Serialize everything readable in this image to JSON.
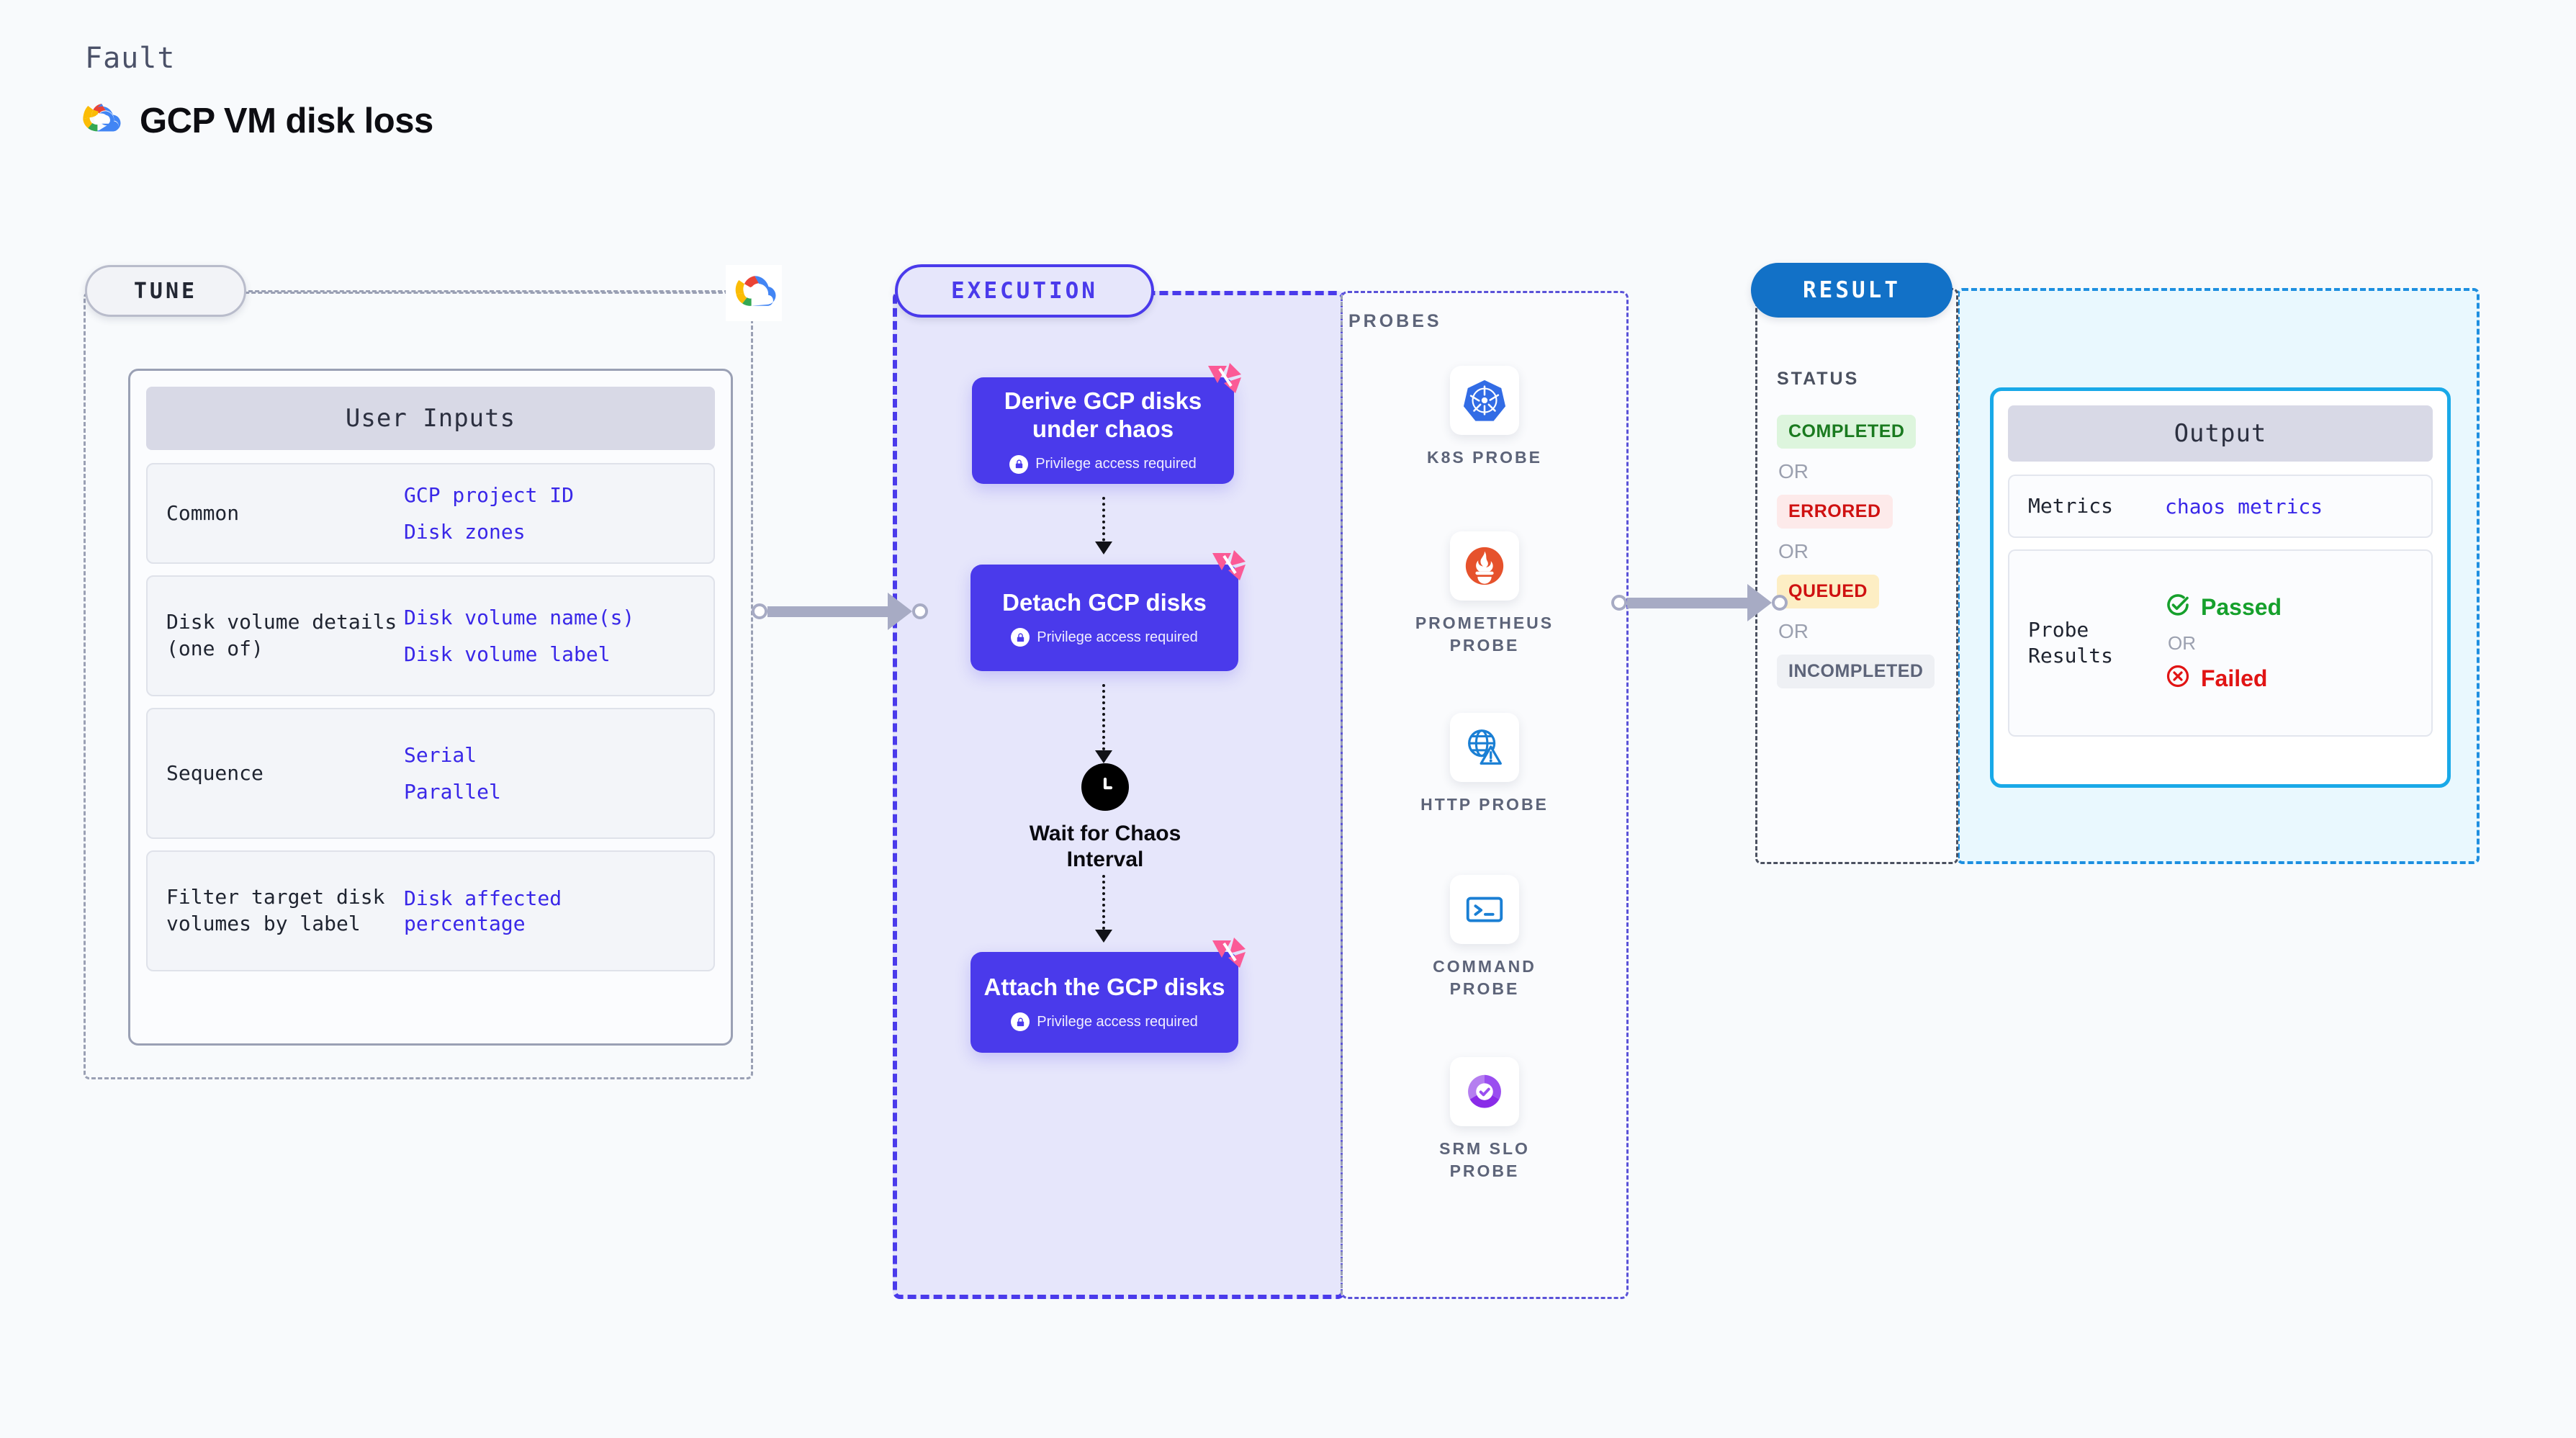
{
  "header": {
    "eyebrow": "Fault",
    "title": "GCP VM disk loss",
    "logo_icon": "gcp-logo-icon"
  },
  "tune": {
    "pill_label": "TUNE",
    "cloud_icon": "gcp-logo-icon",
    "card_title": "User Inputs",
    "rows": [
      {
        "key": "Common",
        "values": [
          "GCP project ID",
          "Disk zones"
        ]
      },
      {
        "key": "Disk volume details (one of)",
        "values": [
          "Disk volume name(s)",
          "Disk volume label"
        ]
      },
      {
        "key": "Sequence",
        "values": [
          "Serial",
          "Parallel"
        ]
      },
      {
        "key": "Filter target disk volumes by label",
        "values": [
          "Disk affected percentage"
        ]
      }
    ]
  },
  "execution": {
    "pill_label": "EXECUTION",
    "tasks": [
      {
        "title": "Derive GCP disks under chaos",
        "note": "Privilege access required",
        "lock_icon": "lock-icon",
        "badge_icon": "litmus-chaos-icon"
      },
      {
        "title": "Detach GCP disks",
        "note": "Privilege access required",
        "lock_icon": "lock-icon",
        "badge_icon": "litmus-chaos-icon"
      },
      {
        "title": "Attach the GCP disks",
        "note": "Privilege access required",
        "lock_icon": "lock-icon",
        "badge_icon": "litmus-chaos-icon"
      }
    ],
    "wait": {
      "label": "Wait for Chaos Interval",
      "icon": "clock-icon"
    }
  },
  "probes": {
    "section_label": "PROBES",
    "items": [
      {
        "label": "K8S PROBE",
        "icon": "kubernetes-icon"
      },
      {
        "label": "PROMETHEUS PROBE",
        "icon": "prometheus-icon"
      },
      {
        "label": "HTTP PROBE",
        "icon": "http-globe-warning-icon"
      },
      {
        "label": "COMMAND PROBE",
        "icon": "terminal-icon"
      },
      {
        "label": "SRM SLO PROBE",
        "icon": "srm-slo-icon"
      }
    ]
  },
  "result": {
    "pill_label": "RESULT",
    "status_label": "STATUS",
    "or_label": "OR",
    "statuses": [
      {
        "label": "COMPLETED",
        "bg": "#ddf5dd",
        "fg": "#1a7a1f"
      },
      {
        "label": "ERRORED",
        "bg": "#fdeaea",
        "fg": "#cf1111"
      },
      {
        "label": "QUEUED",
        "bg": "#fdeec4",
        "fg": "#cf1111"
      },
      {
        "label": "INCOMPLETED",
        "bg": "#eef0f4",
        "fg": "#5d6479"
      }
    ],
    "output": {
      "title": "Output",
      "metrics_key": "Metrics",
      "metrics_value": "chaos metrics",
      "probe_key": "Probe Results",
      "or_label": "OR",
      "passed": {
        "label": "Passed",
        "icon": "check-circle-icon",
        "color": "#16a02c"
      },
      "failed": {
        "label": "Failed",
        "icon": "x-circle-icon",
        "color": "#e11414"
      }
    }
  },
  "colors": {
    "background": "#f8fafc",
    "accent_purple": "#4a3aeb",
    "accent_blue": "#1271c7",
    "accent_cyan": "#19a9e8",
    "link_blue": "#3927e8",
    "litmus_pink": "#fb5a96"
  }
}
